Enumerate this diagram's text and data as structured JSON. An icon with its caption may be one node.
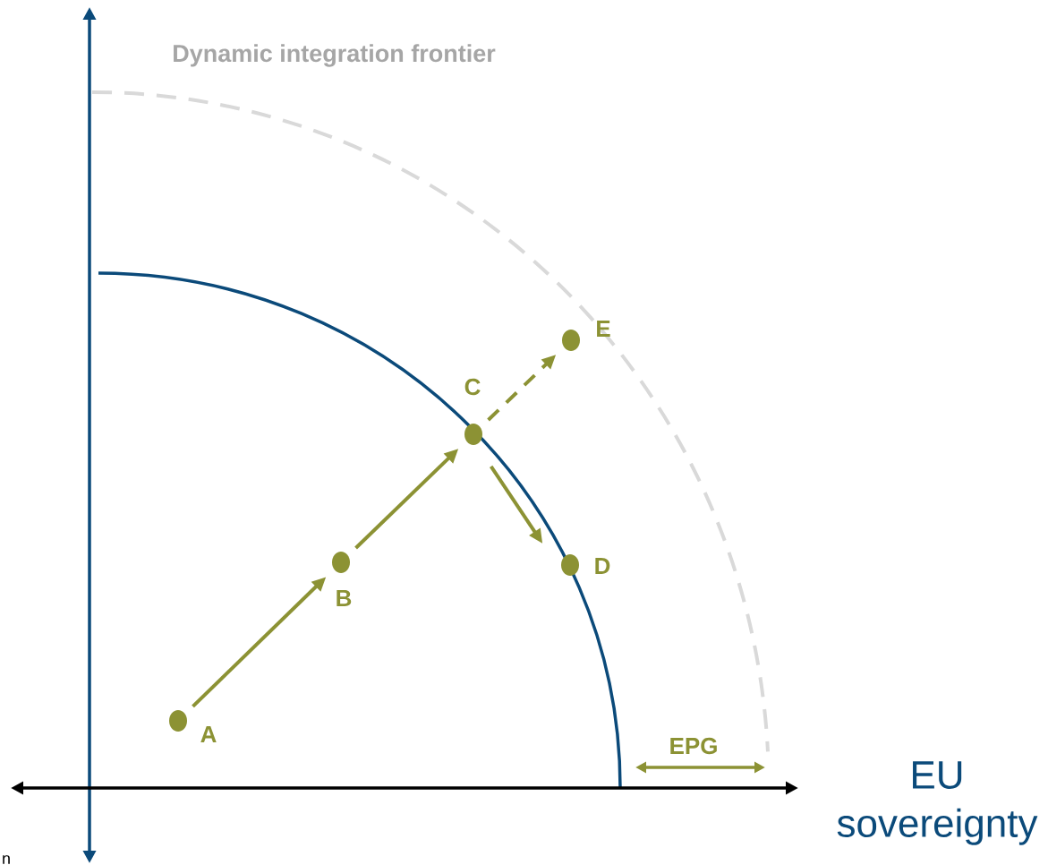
{
  "diagram": {
    "nodes": [
      {
        "text": [],
        "shape": "circle",
        "beside": [
          "A"
        ]
      },
      {
        "text": [],
        "shape": "circle",
        "beside": [
          "B"
        ]
      },
      {
        "text": [],
        "shape": "circle",
        "beside": [
          "C"
        ]
      },
      {
        "text": [],
        "shape": "circle",
        "beside": [
          "D"
        ]
      },
      {
        "text": [],
        "shape": "circle",
        "beside": [
          "E"
        ]
      }
    ],
    "edges": [
      {
        "from": 0,
        "to": 1,
        "arrow": "to"
      },
      {
        "from": 1,
        "to": 2,
        "arrow": "to"
      },
      {
        "from": 2,
        "to": 3,
        "arrow": "to"
      },
      {
        "from": 2,
        "to": 4,
        "arrow": "to",
        "style": "dashed"
      }
    ],
    "labels": [
      "Dynamic integration frontier",
      "EPG",
      "EU sovereignty",
      "n"
    ]
  }
}
